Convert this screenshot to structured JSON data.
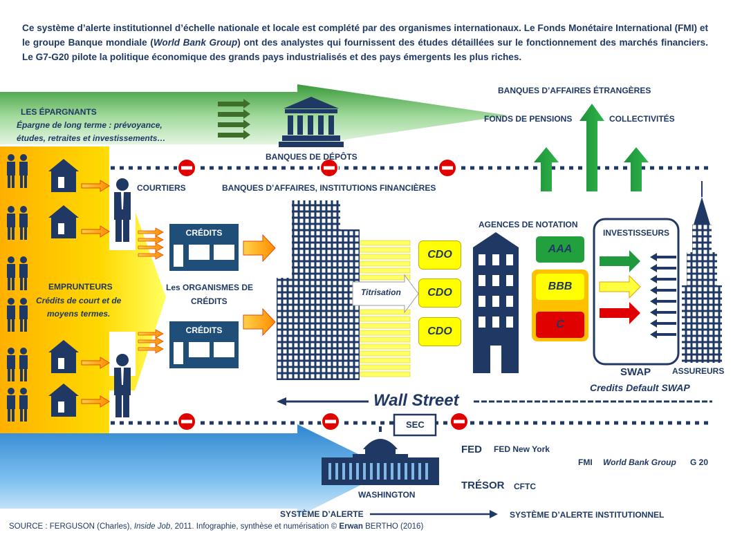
{
  "intro": {
    "p1": "Ce système d’alerte institutionnel d’échelle nationale et locale est complété par des organismes internationaux. Le Fonds Monétaire International (FMI) et le groupe Banque mondiale (",
    "p1_em": "World Bank Group",
    "p2": ") ont des analystes qui fournissent des études détaillées sur le fonctionnement des marchés financiers. Le G7-G20 pilote la politique économique des grands pays industrialisés et des pays émergents les plus riches."
  },
  "epargnants": {
    "title": "LES ÉPARGNANTS",
    "desc1": "Épargne de long terme : prévoyance,",
    "desc2": "études, retraites et investissements…"
  },
  "labels": {
    "banques_depots": "BANQUES DE DÉPÔTS",
    "banques_affaires_etrangeres": "BANQUES D’AFFAIRES ÉTRANGÈRES",
    "fonds_pensions": "FONDS DE PENSIONS",
    "collectivites": "COLLECTIVITÉS",
    "courtiers": "COURTIERS",
    "banques_affaires": "BANQUES D’AFFAIRES, INSTITUTIONS FINANCIÈRES",
    "agences_notation": "AGENCES DE NOTATION",
    "investisseurs": "INVESTISSEURS",
    "emprunteurs": "EMPRUNTEURS",
    "emprunteurs_desc1": "Crédits de court et de",
    "emprunteurs_desc2": "moyens termes.",
    "organismes1": "Les ORGANISMES DE",
    "organismes2": "CRÉDITS",
    "credits": "CRÉDITS",
    "titrisation": "Titrisation",
    "swap": "SWAP",
    "cds": "Credits Default SWAP",
    "assureurs": "ASSUREURS",
    "wall_street": "Wall Street",
    "sec": "SEC",
    "fed": "FED",
    "fed_ny": "FED New York",
    "fmi": "FMI",
    "world_bank": "World Bank Group",
    "g20": "G 20",
    "tresor": "TRÉSOR",
    "cftc": "CFTC",
    "washington": "WASHINGTON",
    "systeme_alerte": "SYSTÈME D’ALERTE",
    "systeme_alerte_inst": "SYSTÈME D’ALERTE INSTITUTIONNEL"
  },
  "cdo": [
    "CDO",
    "CDO",
    "CDO"
  ],
  "ratings": [
    "AAA",
    "BBB",
    "C"
  ],
  "source": {
    "a": "SOURCE : FERGUSON (Charles), ",
    "b": "Inside Job",
    "c": ", 2011. Infographie, synthèse et numérisation © ",
    "d": "Erwan",
    "e": " BERTHO (2016)"
  },
  "colors": {
    "navy": "#1f3864",
    "green": "#2e9e3e",
    "yellow": "#ffff00",
    "orange": "#ff9900",
    "red": "#e00000",
    "blue": "#2f8fd8"
  }
}
